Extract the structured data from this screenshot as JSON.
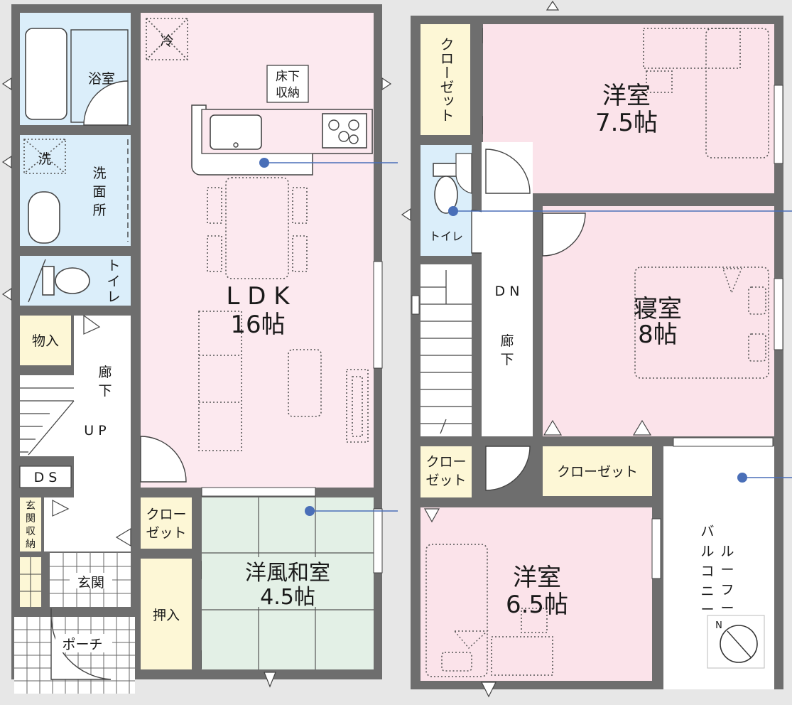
{
  "colors": {
    "wet_area": "#dbeefa",
    "ldk": "#fce9ef",
    "bedroom": "#fbe3ea",
    "washitsu": "#e3f0e6",
    "closet": "#fdf7d6",
    "wall": "#6e6e6e",
    "marker": "#4a6fb8"
  },
  "floor1": {
    "bath": "浴室",
    "washroom_l1": "洗",
    "washroom_l2": "面",
    "washroom_l3": "所",
    "washer": "洗",
    "toilet_l1": "ト",
    "toilet_l2": "イ",
    "toilet_l3": "レ",
    "storage": "物入",
    "hall_l1": "廊",
    "hall_l2": "下",
    "stairs": "U P",
    "ds": "D S",
    "shoe_l1": "玄",
    "shoe_l2": "関",
    "shoe_l3": "収",
    "shoe_l4": "納",
    "entrance": "玄関",
    "porch": "ポーチ",
    "fridge": "冷",
    "underfloor_l1": "床下",
    "underfloor_l2": "収納",
    "ldk_name": "L D K",
    "ldk_size": "16帖",
    "closet_l1": "クロー",
    "closet_l2": "ゼット",
    "oshiire": "押入",
    "washitsu_name": "洋風和室",
    "washitsu_size": "4.5帖"
  },
  "floor2": {
    "closet_v": "クローゼット",
    "room1_name": "洋室",
    "room1_size": "7.5帖",
    "toilet": "トイレ",
    "stairs": "D N",
    "hall_l1": "廊",
    "hall_l2": "下",
    "bed_name": "寝室",
    "bed_size": "8帖",
    "closet2_l1": "クロー",
    "closet2_l2": "ゼット",
    "closet3": "クローゼット",
    "room2_name": "洋室",
    "room2_size": "6.5帖",
    "balcony": "バルコニー",
    "balcony_l1": "バ",
    "balcony_l2": "ル",
    "balcony_l3": "コ",
    "balcony_l4": "ニ",
    "balcony_l5": "ー",
    "balcony_r1": "ル",
    "balcony_r2": "ー",
    "balcony_r3": "フ",
    "balcony_r4": "ー",
    "compass": "N"
  }
}
